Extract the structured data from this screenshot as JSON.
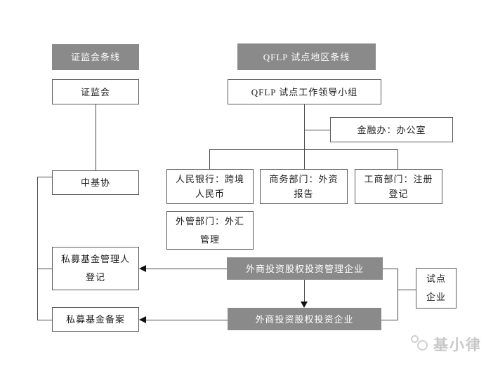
{
  "diagram_title": "QFLP regulatory structure flowchart",
  "colors": {
    "header_bg": "#8a8a8a",
    "gray_node_bg": "#8a8a8a",
    "box_border": "#595959",
    "connector": "#4a4a4a",
    "arrow": "#111111",
    "watermark": "#c8c8c8"
  },
  "boxes": {
    "csrc_header": "证监会条线",
    "qflp_header": "QFLP 试点地区条线",
    "csrc": "证监会",
    "qflp_group": "QFLP 试点工作领导小组",
    "finance_office": "金融办：办公室",
    "pboc_line1": "人民银行：跨境",
    "pboc_line2": "人民币",
    "commerce_line1": "商务部门：外资",
    "commerce_line2": "报告",
    "aic_line1": "工商部门：注册",
    "aic_line2": "登记",
    "safe_line1": "外管部门：外汇",
    "safe_line2": "管理",
    "amac": "中基协",
    "manager_reg_line1": "私募基金管理人",
    "manager_reg_line2": "登记",
    "fund_filing": "私募基金备案",
    "fi_management_enterprise": "外商投资股权投资管理企业",
    "fi_investment_enterprise": "外商投资股权投资企业",
    "pilot_line1": "试点",
    "pilot_line2": "企业"
  },
  "watermark": {
    "text": "基小律"
  }
}
